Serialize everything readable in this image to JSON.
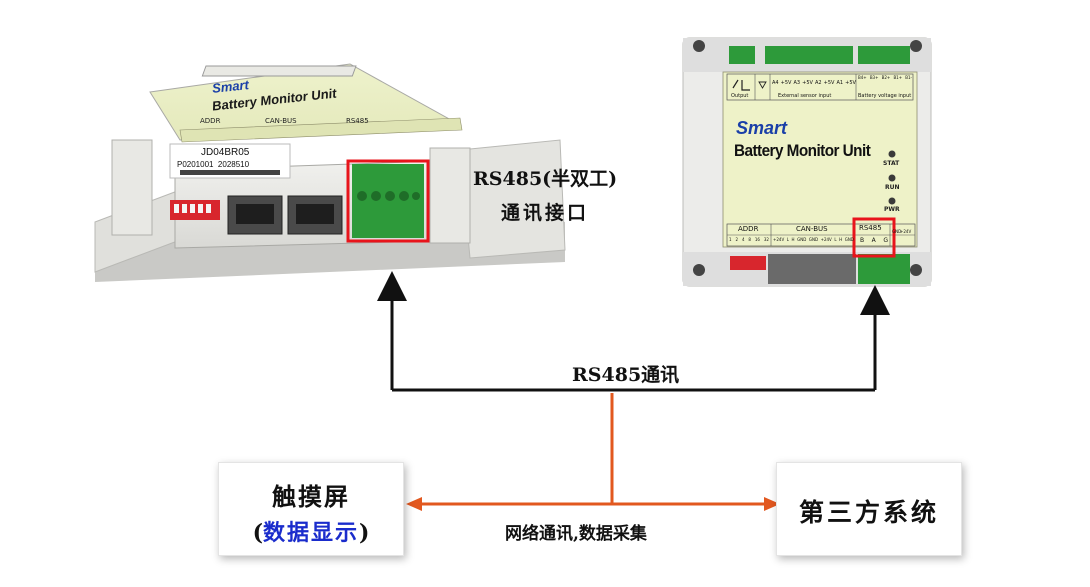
{
  "left_device": {
    "brand": "Smart",
    "product": "Battery Monitor Unit",
    "sticker_model": "JD04BR05",
    "sticker_serial": "P0201001  2028510",
    "header_labels": [
      "ADDR",
      "CAN-BUS",
      "RS485"
    ]
  },
  "right_device": {
    "brand": "Smart",
    "product": "Battery Monitor Unit",
    "top_labels": [
      "Output",
      "External sensor input",
      "Battery voltage input"
    ],
    "top_pins": [
      "A4",
      "+5V",
      "A3",
      "+5V",
      "A2",
      "+5V",
      "A1",
      "+5V"
    ],
    "battery_pins": [
      "B4+",
      "B3+",
      "B2+",
      "B1+",
      "B1-"
    ],
    "leds": [
      "STAT",
      "RUN",
      "PWR"
    ],
    "addr_label": "ADDR",
    "addr_pins": [
      "1",
      "2",
      "4",
      "8",
      "16",
      "32"
    ],
    "can_label": "CAN-BUS",
    "can_pins": [
      "+24V",
      "L",
      "H",
      "GND",
      "GND",
      "+24V",
      "L",
      "H",
      "GND"
    ],
    "rs485_label": "RS485",
    "rs485_pins": [
      "B",
      "A",
      "G"
    ],
    "power_label": "+24V",
    "power_sub": "GND"
  },
  "labels": {
    "rs485_line1": "RS485(半双工)",
    "rs485_line2": "通讯接口",
    "rs485_comm": "RS485通讯",
    "network": "网络通讯,数据采集"
  },
  "touch_box": {
    "title": "触摸屏",
    "sub_open": "(",
    "sub_highlight": "数据显示",
    "sub_close": ")"
  },
  "third_box": {
    "title": "第三方系统"
  },
  "colors": {
    "highlight_red": "#e8141b",
    "orange_line": "#e2581f",
    "blue_text": "#1a2ccc",
    "brand_blue": "#1a3fa8",
    "terminal_green": "#2d9a3a"
  }
}
